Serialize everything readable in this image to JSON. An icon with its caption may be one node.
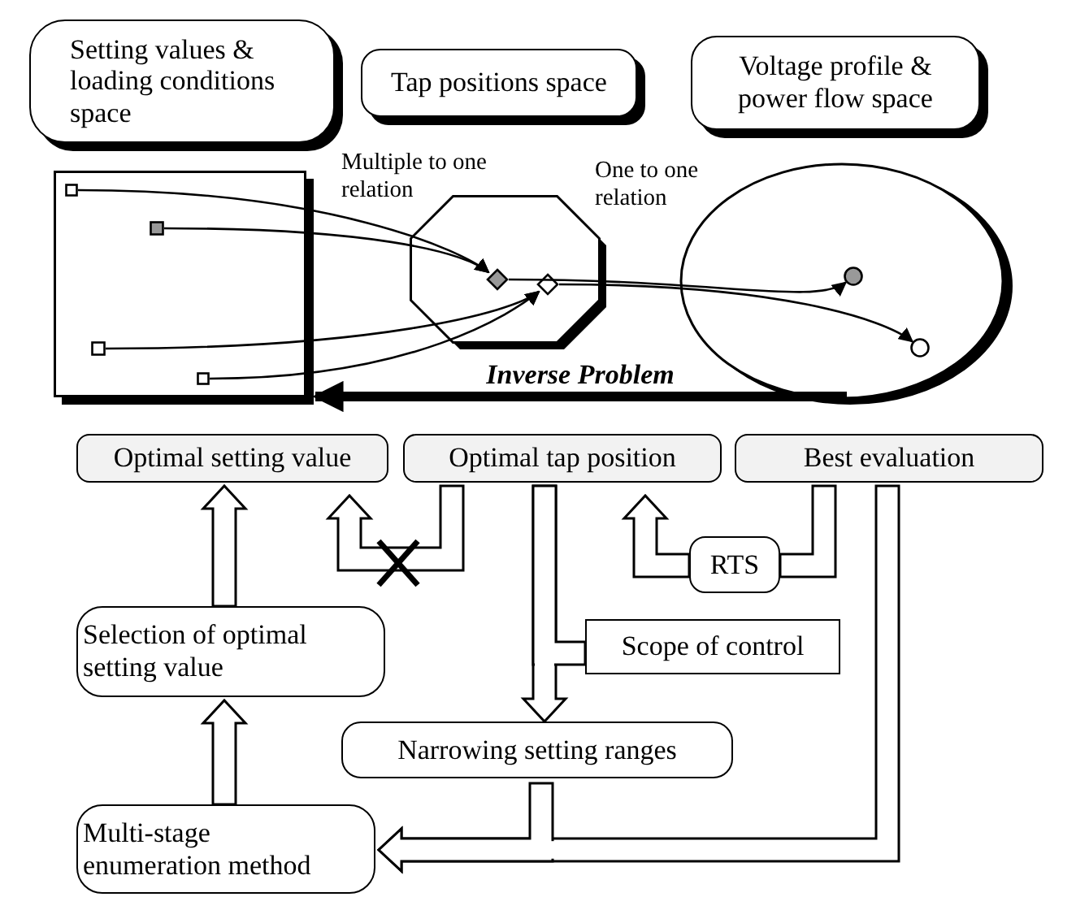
{
  "diagram": {
    "nodes": [
      {
        "text": [
          "Setting values & loading conditions space"
        ]
      },
      {
        "text": [
          "Tap positions space"
        ]
      },
      {
        "text": [
          "Voltage profile & power flow space"
        ]
      },
      {
        "text": [],
        "shape": "box"
      },
      {
        "text": [],
        "shape": "octagon"
      },
      {
        "text": [],
        "shape": "ellipse"
      },
      {
        "text": [],
        "shape": "box",
        "in": 3
      },
      {
        "text": [],
        "shape": "box",
        "in": 3
      },
      {
        "text": [],
        "shape": "box",
        "in": 3
      },
      {
        "text": [],
        "shape": "box",
        "in": 3
      },
      {
        "text": [],
        "shape": "diamond",
        "in": 4
      },
      {
        "text": [],
        "shape": "diamond",
        "in": 4
      },
      {
        "text": [],
        "shape": "circle",
        "in": 5
      },
      {
        "text": [],
        "shape": "circle",
        "in": 5
      },
      {
        "text": [
          "Optimal setting value"
        ]
      },
      {
        "text": [
          "Optimal tap position"
        ]
      },
      {
        "text": [
          "Best evaluation"
        ]
      },
      {
        "text": [
          "RTS"
        ]
      },
      {
        "text": [
          "Selection of optimal setting value"
        ]
      },
      {
        "text": [
          "Scope of control"
        ]
      },
      {
        "text": [
          "Narrowing setting ranges"
        ]
      },
      {
        "text": [
          "Multi-stage enumeration method"
        ]
      }
    ],
    "edges": [
      {
        "from": 6,
        "to": 10,
        "arrow": "to"
      },
      {
        "from": 7,
        "to": 10,
        "arrow": "to"
      },
      {
        "from": 8,
        "to": 11,
        "arrow": "to"
      },
      {
        "from": 9,
        "to": 11,
        "arrow": "to"
      },
      {
        "from": 10,
        "to": 12,
        "arrow": "to"
      },
      {
        "from": 11,
        "to": 13,
        "arrow": "to"
      },
      {
        "from": 5,
        "to": 3,
        "arrow": "to",
        "label": "Inverse Problem",
        "style": "thick"
      },
      {
        "from": 18,
        "to": 14,
        "arrow": "to"
      },
      {
        "from": 21,
        "to": 18,
        "arrow": "to"
      },
      {
        "from": 15,
        "to": 14,
        "arrow": "to"
      },
      {
        "from": 16,
        "to": 17,
        "arrow": "none"
      },
      {
        "from": 17,
        "to": 15,
        "arrow": "to"
      },
      {
        "from": 15,
        "to": 20,
        "arrow": "to"
      },
      {
        "from": 19,
        "to": 15,
        "arrow": "none"
      },
      {
        "from": 20,
        "to": 21,
        "arrow": "to"
      },
      {
        "from": 16,
        "to": 21,
        "arrow": "to"
      }
    ],
    "labels": [
      "Multiple to one relation",
      "One to one relation"
    ]
  }
}
